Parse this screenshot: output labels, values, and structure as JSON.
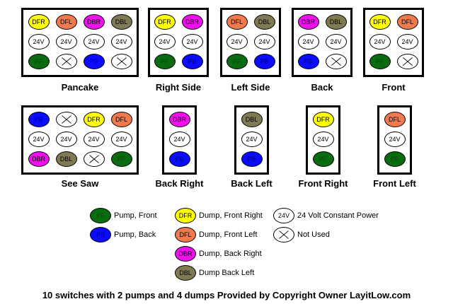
{
  "codes": {
    "PF": {
      "text": "PF",
      "color": "#0a6b10",
      "textColor": "#074a0a"
    },
    "PB": {
      "text": "PB",
      "color": "#0b0bff",
      "textColor": "#00008a"
    },
    "DFR": {
      "text": "DFR",
      "color": "#ffff00",
      "textColor": "#000000"
    },
    "DFL": {
      "text": "DFL",
      "color": "#f07a4e",
      "textColor": "#000000"
    },
    "DBR": {
      "text": "DBR",
      "color": "#f010ee",
      "textColor": "#000000"
    },
    "DBL": {
      "text": "DBL",
      "color": "#7f7a53",
      "textColor": "#000000"
    },
    "V24": {
      "text": "24V",
      "color": "#ffffff",
      "textColor": "#000000"
    },
    "NU": {
      "text": "",
      "color": "#ffffff",
      "textColor": "#000000"
    }
  },
  "configs": [
    {
      "label": "Pancake",
      "rows": [
        [
          "DFR",
          "DFL",
          "DBR",
          "DBL"
        ],
        [
          "V24",
          "V24",
          "V24",
          "V24"
        ],
        [
          "PF",
          "NU",
          "PB",
          "NU"
        ]
      ]
    },
    {
      "label": "Right Side",
      "rows": [
        [
          "DFR",
          "DBR"
        ],
        [
          "V24",
          "V24"
        ],
        [
          "PF",
          "PB"
        ]
      ]
    },
    {
      "label": "Left Side",
      "rows": [
        [
          "DFL",
          "DBL"
        ],
        [
          "V24",
          "V24"
        ],
        [
          "PF",
          "PB"
        ]
      ]
    },
    {
      "label": "Back",
      "rows": [
        [
          "DBR",
          "DBL"
        ],
        [
          "V24",
          "V24"
        ],
        [
          "PB",
          "NU"
        ]
      ]
    },
    {
      "label": "Front",
      "rows": [
        [
          "DFR",
          "DFL"
        ],
        [
          "V24",
          "V24"
        ],
        [
          "PF",
          "NU"
        ]
      ]
    },
    {
      "label": "See Saw",
      "rows": [
        [
          "PB",
          "NU",
          "DFR",
          "DFL"
        ],
        [
          "V24",
          "V24",
          "V24",
          "V24"
        ],
        [
          "DBR",
          "DBL",
          "NU",
          "PF"
        ]
      ]
    },
    {
      "label": "Back Right",
      "rows": [
        [
          "DBR"
        ],
        [
          "V24"
        ],
        [
          "PB"
        ]
      ]
    },
    {
      "label": "Back Left",
      "rows": [
        [
          "DBL"
        ],
        [
          "V24"
        ],
        [
          "PB"
        ]
      ]
    },
    {
      "label": "Front Right",
      "rows": [
        [
          "DFR"
        ],
        [
          "V24"
        ],
        [
          "PF"
        ]
      ]
    },
    {
      "label": "Front Left",
      "rows": [
        [
          "DFL"
        ],
        [
          "V24"
        ],
        [
          "PF"
        ]
      ]
    }
  ],
  "legend": [
    {
      "code": "PF",
      "text": "Pump, Front"
    },
    {
      "code": "PB",
      "text": "Pump, Back"
    },
    {
      "code": "DFR",
      "text": "Dump, Front Right"
    },
    {
      "code": "DFL",
      "text": "Dump, Front Left"
    },
    {
      "code": "DBR",
      "text": "Dump, Back Right"
    },
    {
      "code": "DBL",
      "text": "Dump Back Left"
    },
    {
      "code": "V24",
      "text": "24 Volt Constant Power"
    },
    {
      "code": "NU",
      "text": "Not Used"
    }
  ],
  "footer": "10 switches with 2 pumps and 4 dumps Provided by Copyright Owner LayitLow.com"
}
